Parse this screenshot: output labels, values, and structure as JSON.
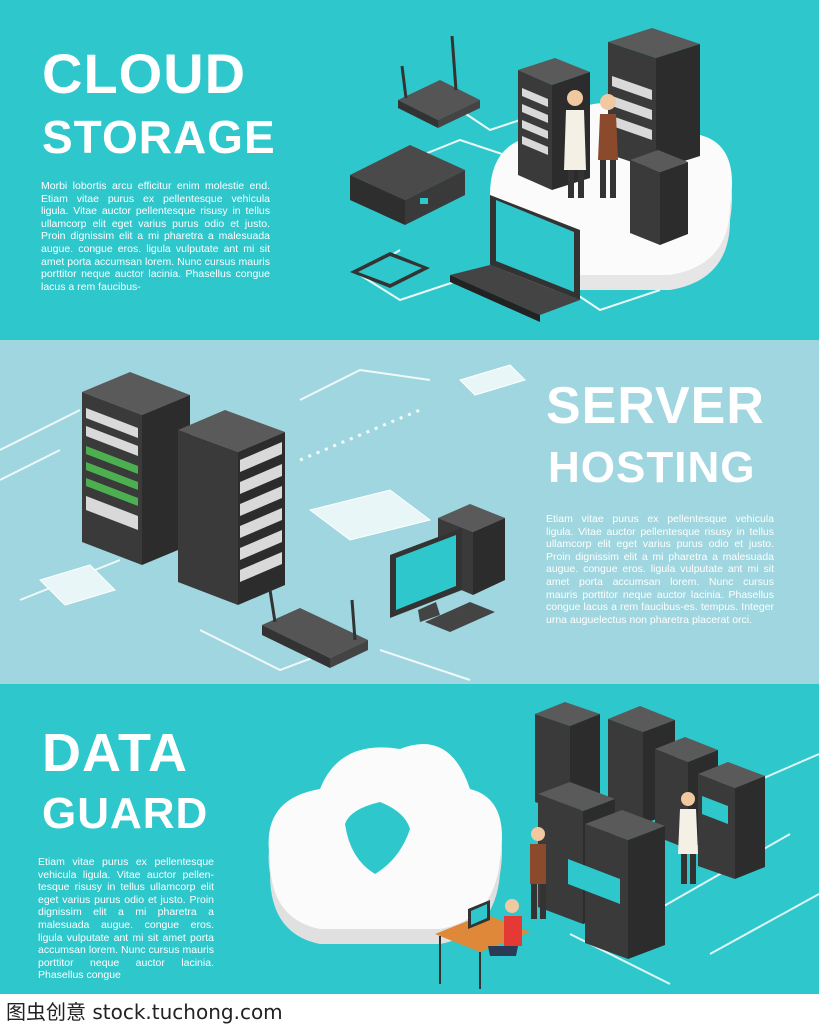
{
  "banners": [
    {
      "title_line1": "CLOUD",
      "title_line2": "STORAGE",
      "body": "Morbi lobortis arcu efficitur enim molestie end. Etiam vitae purus ex pellentesque vehicula ligula. Vitae auctor pellentesque risusy in tellus ullamcorp elit eget varius purus odio et justo. Proin dignissim elit a mi pharetra a malesuada augue. congue eros. ligula vulputate ant mi sit amet porta accumsan lorem. Nunc cursus mauris porttitor neque auctor lacinia. Phasellus congue lacus a rem faucibus-"
    },
    {
      "title_line1": "SERVER",
      "title_line2": "HOSTING",
      "body": "Etiam vitae purus ex pellentesque vehicula ligula. Vitae auctor pellentesque risusy in tellus ullamcorp elit eget varius purus odio et justo. Proin dignissim elit a mi pharetra a malesuada augue. congue eros. ligula vulputate ant mi sit amet porta accumsan lorem. Nunc cursus mauris porttitor neque auctor lacinia. Phasellus congue lacus a rem faucibus-es. tempus. Integer urna auguelectus non pharetra placerat orci."
    },
    {
      "title_line1": "DATA",
      "title_line2": "GUARD",
      "body": "Etiam vitae purus ex pellentesque vehicula ligula. Vitae auctor pellen-tesque risusy in tellus ullamcorp elit eget varius purus odio et justo. Proin dignissim elit a mi pharetra a malesuada augue. congue eros. ligula vulputate ant mi sit amet porta accumsan lorem. Nunc cursus mauris porttitor neque auctor lacinia. Phasellus congue"
    }
  ],
  "watermark": "图虫创意 stock.tuchong.com",
  "colors": {
    "teal": "#2ec7cc",
    "light_blue": "#9fd6df",
    "server_dark": "#4a4a4a",
    "screen": "#2ec7cc",
    "cloud": "#f2f2f2"
  }
}
